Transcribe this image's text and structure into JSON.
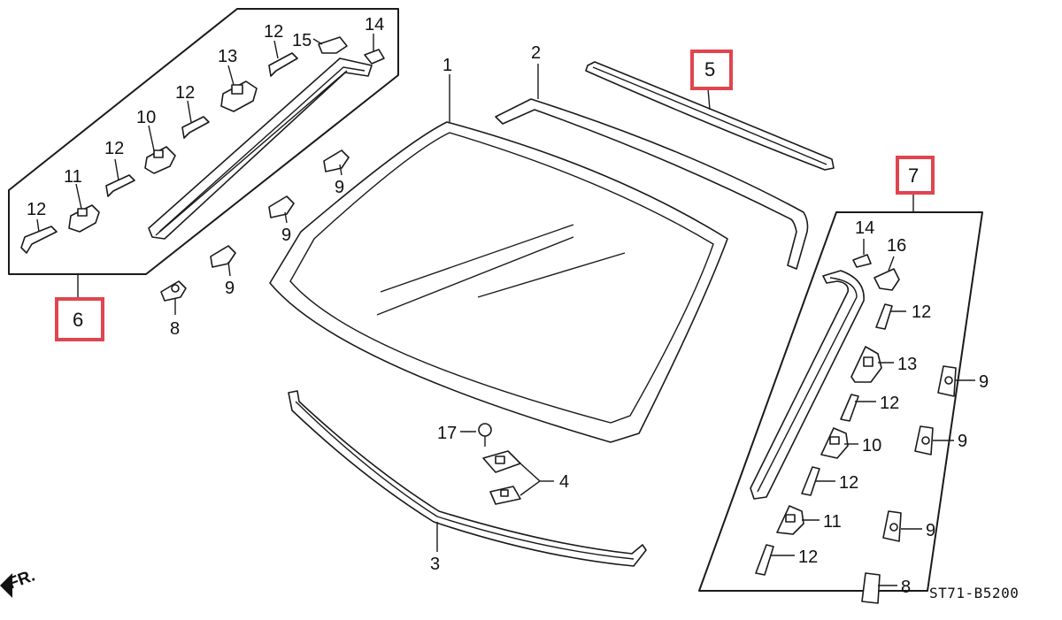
{
  "diagram": {
    "catalog_code": "ST71-B5200",
    "direction_label": "FR.",
    "highlight_color": "#e0454f",
    "highlighted_labels": {
      "left_group": "6",
      "top_molding": "5",
      "right_group": "7"
    },
    "part_numbers": {
      "windshield": "1",
      "upper_seal": "2",
      "lower_seal": "3",
      "fastener": "4",
      "screw": "17"
    },
    "left_group_labels": {
      "clip_12_a": "12",
      "fastener_11": "11",
      "clip_12_b": "12",
      "fastener_10": "10",
      "clip_12_c": "12",
      "fastener_13": "13",
      "clip_12_d": "12",
      "fastener_15": "15",
      "clip_14": "14"
    },
    "outside_left_labels": {
      "clip_9_a": "9",
      "clip_9_b": "9",
      "clip_9_c": "9",
      "clip_8": "8"
    },
    "right_group_labels": {
      "clip_14": "14",
      "fastener_16": "16",
      "clip_12_a": "12",
      "fastener_13": "13",
      "clip_12_b": "12",
      "fastener_10": "10",
      "clip_12_c": "12",
      "fastener_11": "11",
      "clip_12_d": "12"
    },
    "outside_right_labels": {
      "clip_9_a": "9",
      "clip_9_b": "9",
      "clip_9_c": "9",
      "clip_8": "8"
    }
  }
}
